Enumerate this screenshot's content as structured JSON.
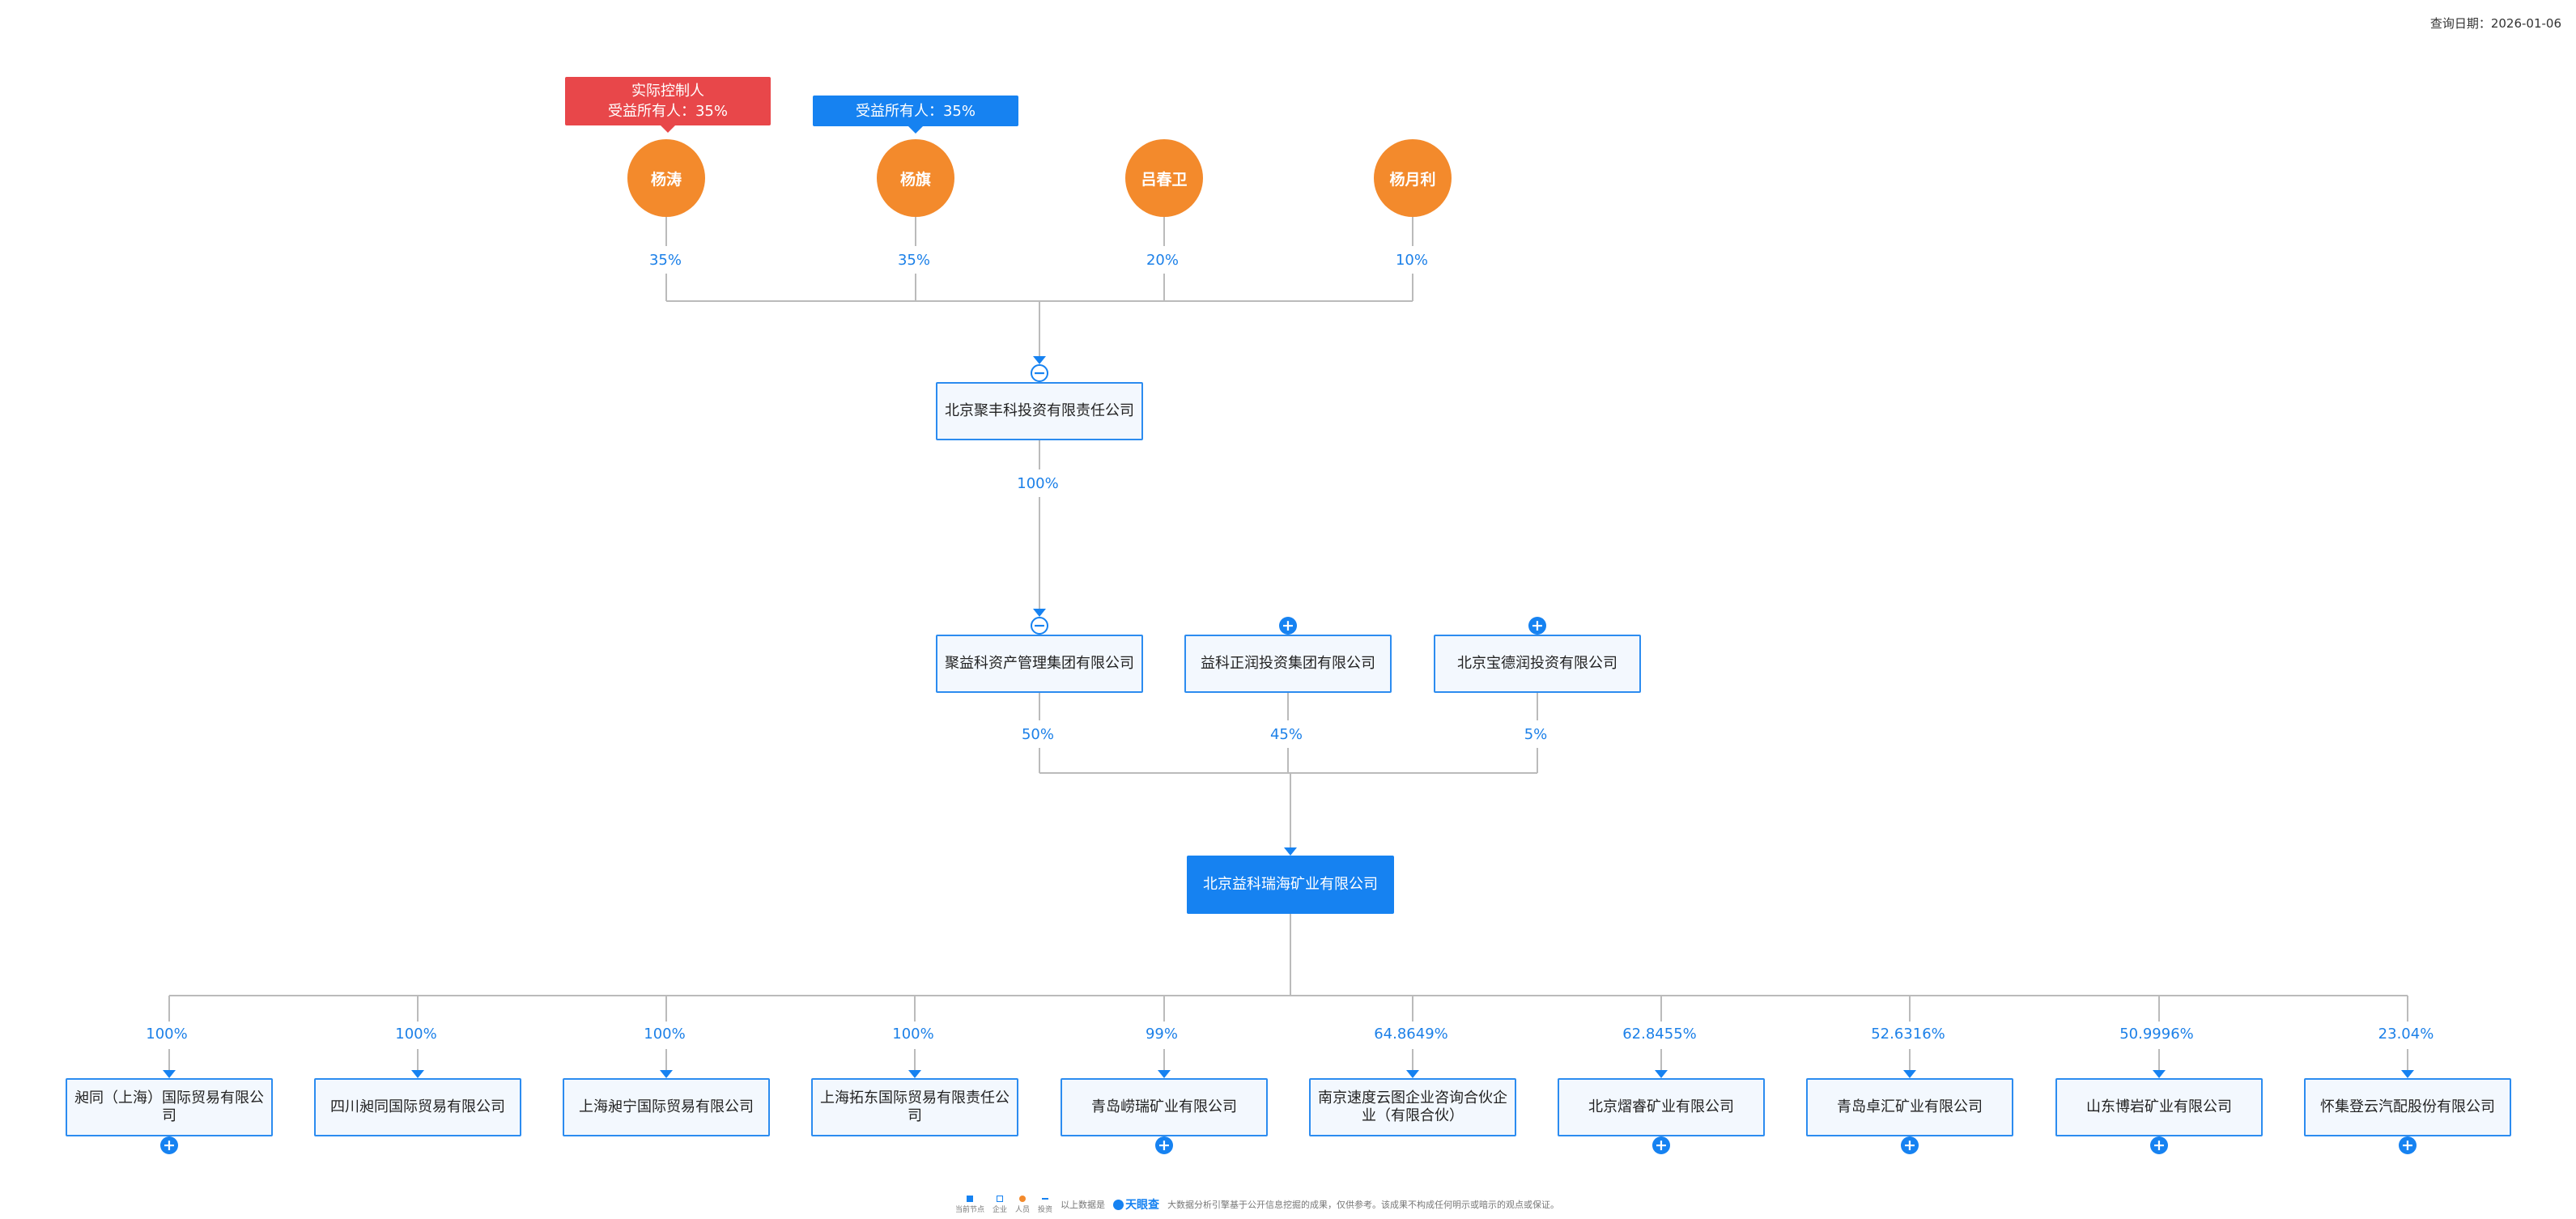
{
  "query_date": "查询日期：2026-01-06",
  "persons": [
    {
      "name": "杨涛",
      "tag": [
        "实际控制人",
        "受益所有人：35%"
      ],
      "tag_color": "red",
      "pct": "35%"
    },
    {
      "name": "杨旗",
      "tag": [
        "受益所有人：35%"
      ],
      "tag_color": "blue",
      "pct": "35%"
    },
    {
      "name": "吕春卫",
      "pct": "20%"
    },
    {
      "name": "杨月利",
      "pct": "10%"
    }
  ],
  "level1": {
    "name": "北京聚丰科投资有限责任公司",
    "pct": "100%"
  },
  "level2": [
    {
      "name": "聚益科资产管理集团有限公司",
      "pct": "50%"
    },
    {
      "name": "益科正润投资集团有限公司",
      "pct": "45%"
    },
    {
      "name": "北京宝德润投资有限公司",
      "pct": "5%"
    }
  ],
  "target": {
    "name": "北京益科瑞海矿业有限公司"
  },
  "subsidiaries": [
    {
      "name": "昶同（上海）国际贸易有限公司",
      "pct": "100%",
      "expand": true
    },
    {
      "name": "四川昶同国际贸易有限公司",
      "pct": "100%",
      "expand": false
    },
    {
      "name": "上海昶宁国际贸易有限公司",
      "pct": "100%",
      "expand": false
    },
    {
      "name": "上海拓东国际贸易有限责任公司",
      "pct": "100%",
      "expand": false
    },
    {
      "name": "青岛崂瑞矿业有限公司",
      "pct": "99%",
      "expand": true
    },
    {
      "name": "南京速度云图企业咨询合伙企业（有限合伙）",
      "pct": "64.8649%",
      "expand": false
    },
    {
      "name": "北京熠睿矿业有限公司",
      "pct": "62.8455%",
      "expand": true
    },
    {
      "name": "青岛卓汇矿业有限公司",
      "pct": "52.6316%",
      "expand": true
    },
    {
      "name": "山东博岩矿业有限公司",
      "pct": "50.9996%",
      "expand": true
    },
    {
      "name": "怀集登云汽配股份有限公司",
      "pct": "23.04%",
      "expand": true
    }
  ],
  "legend": {
    "items": [
      "当前节点",
      "企业",
      "人员",
      "投资"
    ],
    "source_prefix": "以上数据是",
    "brand": "天眼查",
    "source_suffix": "大数据分析引擎基于公开信息挖掘的成果，仅供参考。该成果不构成任何明示或暗示的观点或保证。"
  },
  "colors": {
    "accent": "#1682f1",
    "person": "#f38a2c",
    "controller_tag": "#e8474a",
    "line": "#bbbbbb"
  }
}
